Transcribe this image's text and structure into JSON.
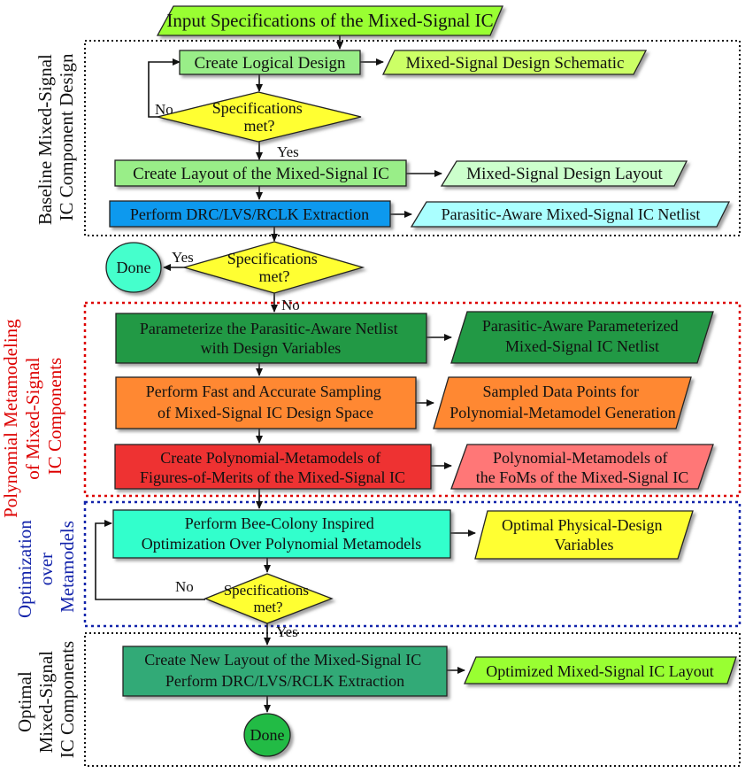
{
  "colors": {
    "lime": "#99ff33",
    "lime_para": "#ccff66",
    "light_green": "#99ee88",
    "pale_green": "#ccffcc",
    "blue": "#1199ee",
    "light_cyan": "#aaffff",
    "yellow": "#ffff33",
    "cyan_circle": "#44ffcc",
    "dark_green": "#229944",
    "orange": "#ff8833",
    "red": "#ee3333",
    "salmon": "#ff7777",
    "aqua": "#33ffcc",
    "teal": "#33aa77",
    "green_circle": "#22bb44",
    "section_red": "#dd0000",
    "section_blue": "#1122aa"
  },
  "nodes": {
    "input_specs": "Input Specifications of the Mixed-Signal IC",
    "create_logical": "Create Logical Design",
    "schematic": "Mixed-Signal Design Schematic",
    "decision1": [
      "Specifications",
      "met?"
    ],
    "create_layout": "Create Layout of the Mixed-Signal IC",
    "design_layout": "Mixed-Signal Design Layout",
    "perform_drc": "Perform DRC/LVS/RCLK Extraction",
    "parasitic_netlist": "Parasitic-Aware Mixed-Signal IC Netlist",
    "decision2": [
      "Specifications",
      "met?"
    ],
    "done1": "Done",
    "parameterize": [
      "Parameterize the Parasitic-Aware Netlist",
      "with Design Variables"
    ],
    "param_netlist": [
      "Parasitic-Aware Parameterized",
      "Mixed-Signal IC Netlist"
    ],
    "sampling": [
      "Perform Fast and Accurate Sampling",
      "of Mixed-Signal IC Design Space"
    ],
    "sampled_points": [
      "Sampled Data Points for",
      "Polynomial-Metamodel Generation"
    ],
    "create_metamodels": [
      "Create Polynomial-Metamodels of",
      "Figures-of-Merits of the Mixed-Signal IC"
    ],
    "fom_metamodels": [
      "Polynomial-Metamodels of",
      "the FoMs of the Mixed-Signal IC"
    ],
    "bee_colony": [
      "Perform Bee-Colony Inspired",
      "Optimization Over Polynomial Metamodels"
    ],
    "optimal_vars": [
      "Optimal Physical-Design",
      "Variables"
    ],
    "decision3": [
      "Specifications",
      "met?"
    ],
    "new_layout": [
      "Create New Layout of the Mixed-Signal IC",
      "Perform DRC/LVS/RCLK Extraction"
    ],
    "optimized_layout": "Optimized Mixed-Signal IC Layout",
    "done2": "Done"
  },
  "edge_labels": {
    "no1": "No",
    "yes1": "Yes",
    "yes2": "Yes",
    "no2": "No",
    "no3": "No",
    "yes3": "Yes"
  },
  "sections": {
    "baseline": [
      "Baseline Mixed-Signal",
      "IC Component Design"
    ],
    "polynomial": [
      "Polynomial Metamodeling",
      "of Mixed-Signal",
      "IC Components"
    ],
    "optimization": [
      "Optimization",
      "over",
      "Metamodels"
    ],
    "optimal": [
      "Optimal",
      "Mixed-Signal",
      "IC Components"
    ]
  }
}
